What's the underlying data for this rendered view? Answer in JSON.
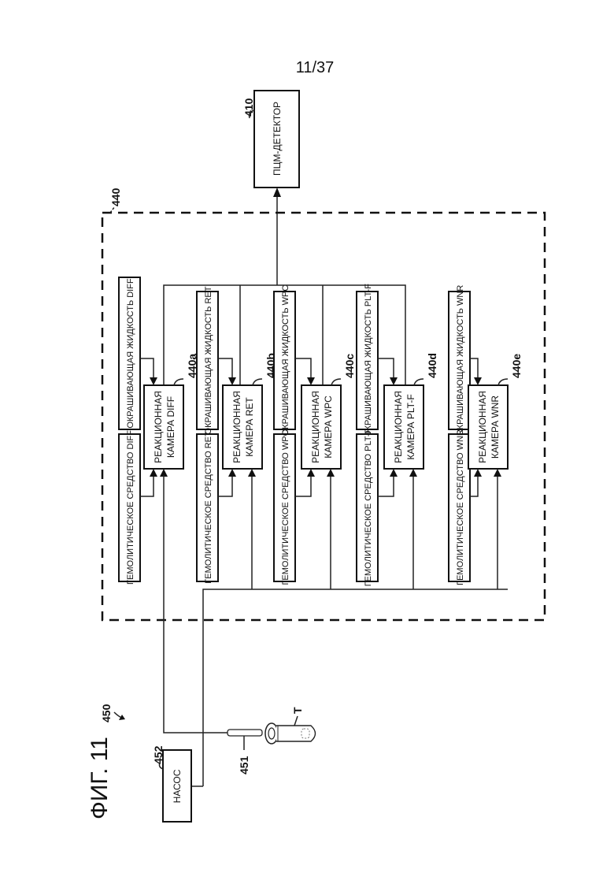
{
  "page_number": "11/37",
  "figure_label": "ФИГ. 11",
  "detector": {
    "ref": "410",
    "label": "ПЦМ-ДЕТЕКТОР"
  },
  "measurement_unit": {
    "ref": "440"
  },
  "channels": [
    {
      "ref": "440a",
      "stain": "ОКРАШИВАЮЩАЯ ЖИДКОСТЬ DIFF",
      "chamber_line1": "РЕАКЦИОННАЯ",
      "chamber_line2": "КАМЕРА DIFF",
      "hemolytic": "ГЕМОЛИТИЧЕСКОЕ СРЕДСТВО DIFF"
    },
    {
      "ref": "440b",
      "stain": "ОКРАШИВАЮЩАЯ ЖИДКОСТЬ RET",
      "chamber_line1": "РЕАКЦИОННАЯ",
      "chamber_line2": "КАМЕРА RET",
      "hemolytic": "ГЕМОЛИТИЧЕСКОЕ СРЕДСТВО RET"
    },
    {
      "ref": "440c",
      "stain": "ОКРАШИВАЮЩАЯ ЖИДКОСТЬ WPC",
      "chamber_line1": "РЕАКЦИОННАЯ",
      "chamber_line2": "КАМЕРА WPC",
      "hemolytic": "ГЕМОЛИТИЧЕСКОЕ СРЕДСТВО WPC"
    },
    {
      "ref": "440d",
      "stain": "ОКРАШИВАЮЩАЯ ЖИДКОСТЬ PLT-F",
      "chamber_line1": "РЕАКЦИОННАЯ",
      "chamber_line2": "КАМЕРА PLT-F",
      "hemolytic": "ГЕМОЛИТИЧЕСКОЕ СРЕДСТВО PLT-F"
    },
    {
      "ref": "440e",
      "stain": "СКРАШИВАЮЩАЯ ЖИДКОСТЬ WNR",
      "chamber_line1": "РЕАКЦИОННАЯ",
      "chamber_line2": "КАМЕРА WNR",
      "hemolytic": "ГЕМОЛИТИЧЕСКОЕ СРЕДСТВО WNR"
    }
  ],
  "sample_unit": {
    "ref": "450"
  },
  "pump": {
    "ref": "452",
    "label": "НАСОС"
  },
  "nozzle": {
    "ref": "451"
  },
  "tube": {
    "ref": "T"
  }
}
